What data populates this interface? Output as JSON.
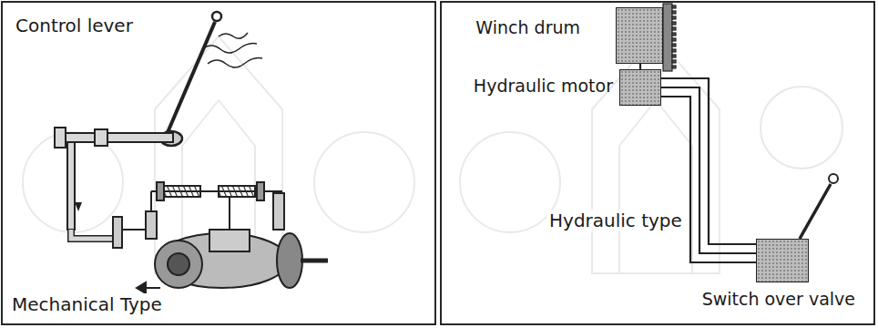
{
  "diagram": {
    "nodes": [
      {
        "text": [
          "Winch drum"
        ]
      },
      {
        "text": [
          "Hydraulic motor"
        ]
      },
      {
        "text": [
          "Switch over valve"
        ]
      }
    ],
    "edges": [
      {
        "from": 0,
        "to": 1,
        "arrow": "none"
      },
      {
        "from": 1,
        "to": 2,
        "arrow": "none"
      }
    ],
    "labels": [
      "Control lever",
      "Mechanical Type",
      "Hydraulic type"
    ]
  }
}
